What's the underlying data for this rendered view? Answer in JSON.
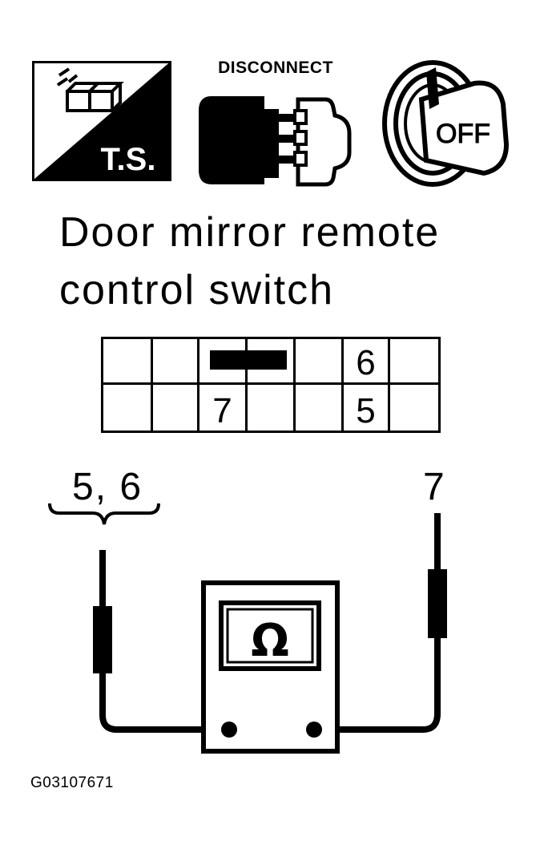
{
  "icons": {
    "ts": {
      "name": "ts-icon",
      "label": "T.S."
    },
    "disconnect": {
      "name": "disconnect-connector-icon",
      "label": "DISCONNECT"
    },
    "ignition": {
      "name": "ignition-off-key-icon",
      "label": "OFF"
    }
  },
  "title": {
    "line1": "Door mirror remote",
    "line2": "control switch"
  },
  "connector": {
    "pins": {
      "top_5": "6",
      "bottom_3": "7",
      "bottom_5": "5"
    }
  },
  "terminals": {
    "left": "5, 6",
    "right": "7"
  },
  "meter": {
    "symbol": "Ω"
  },
  "caption": "G03107671"
}
